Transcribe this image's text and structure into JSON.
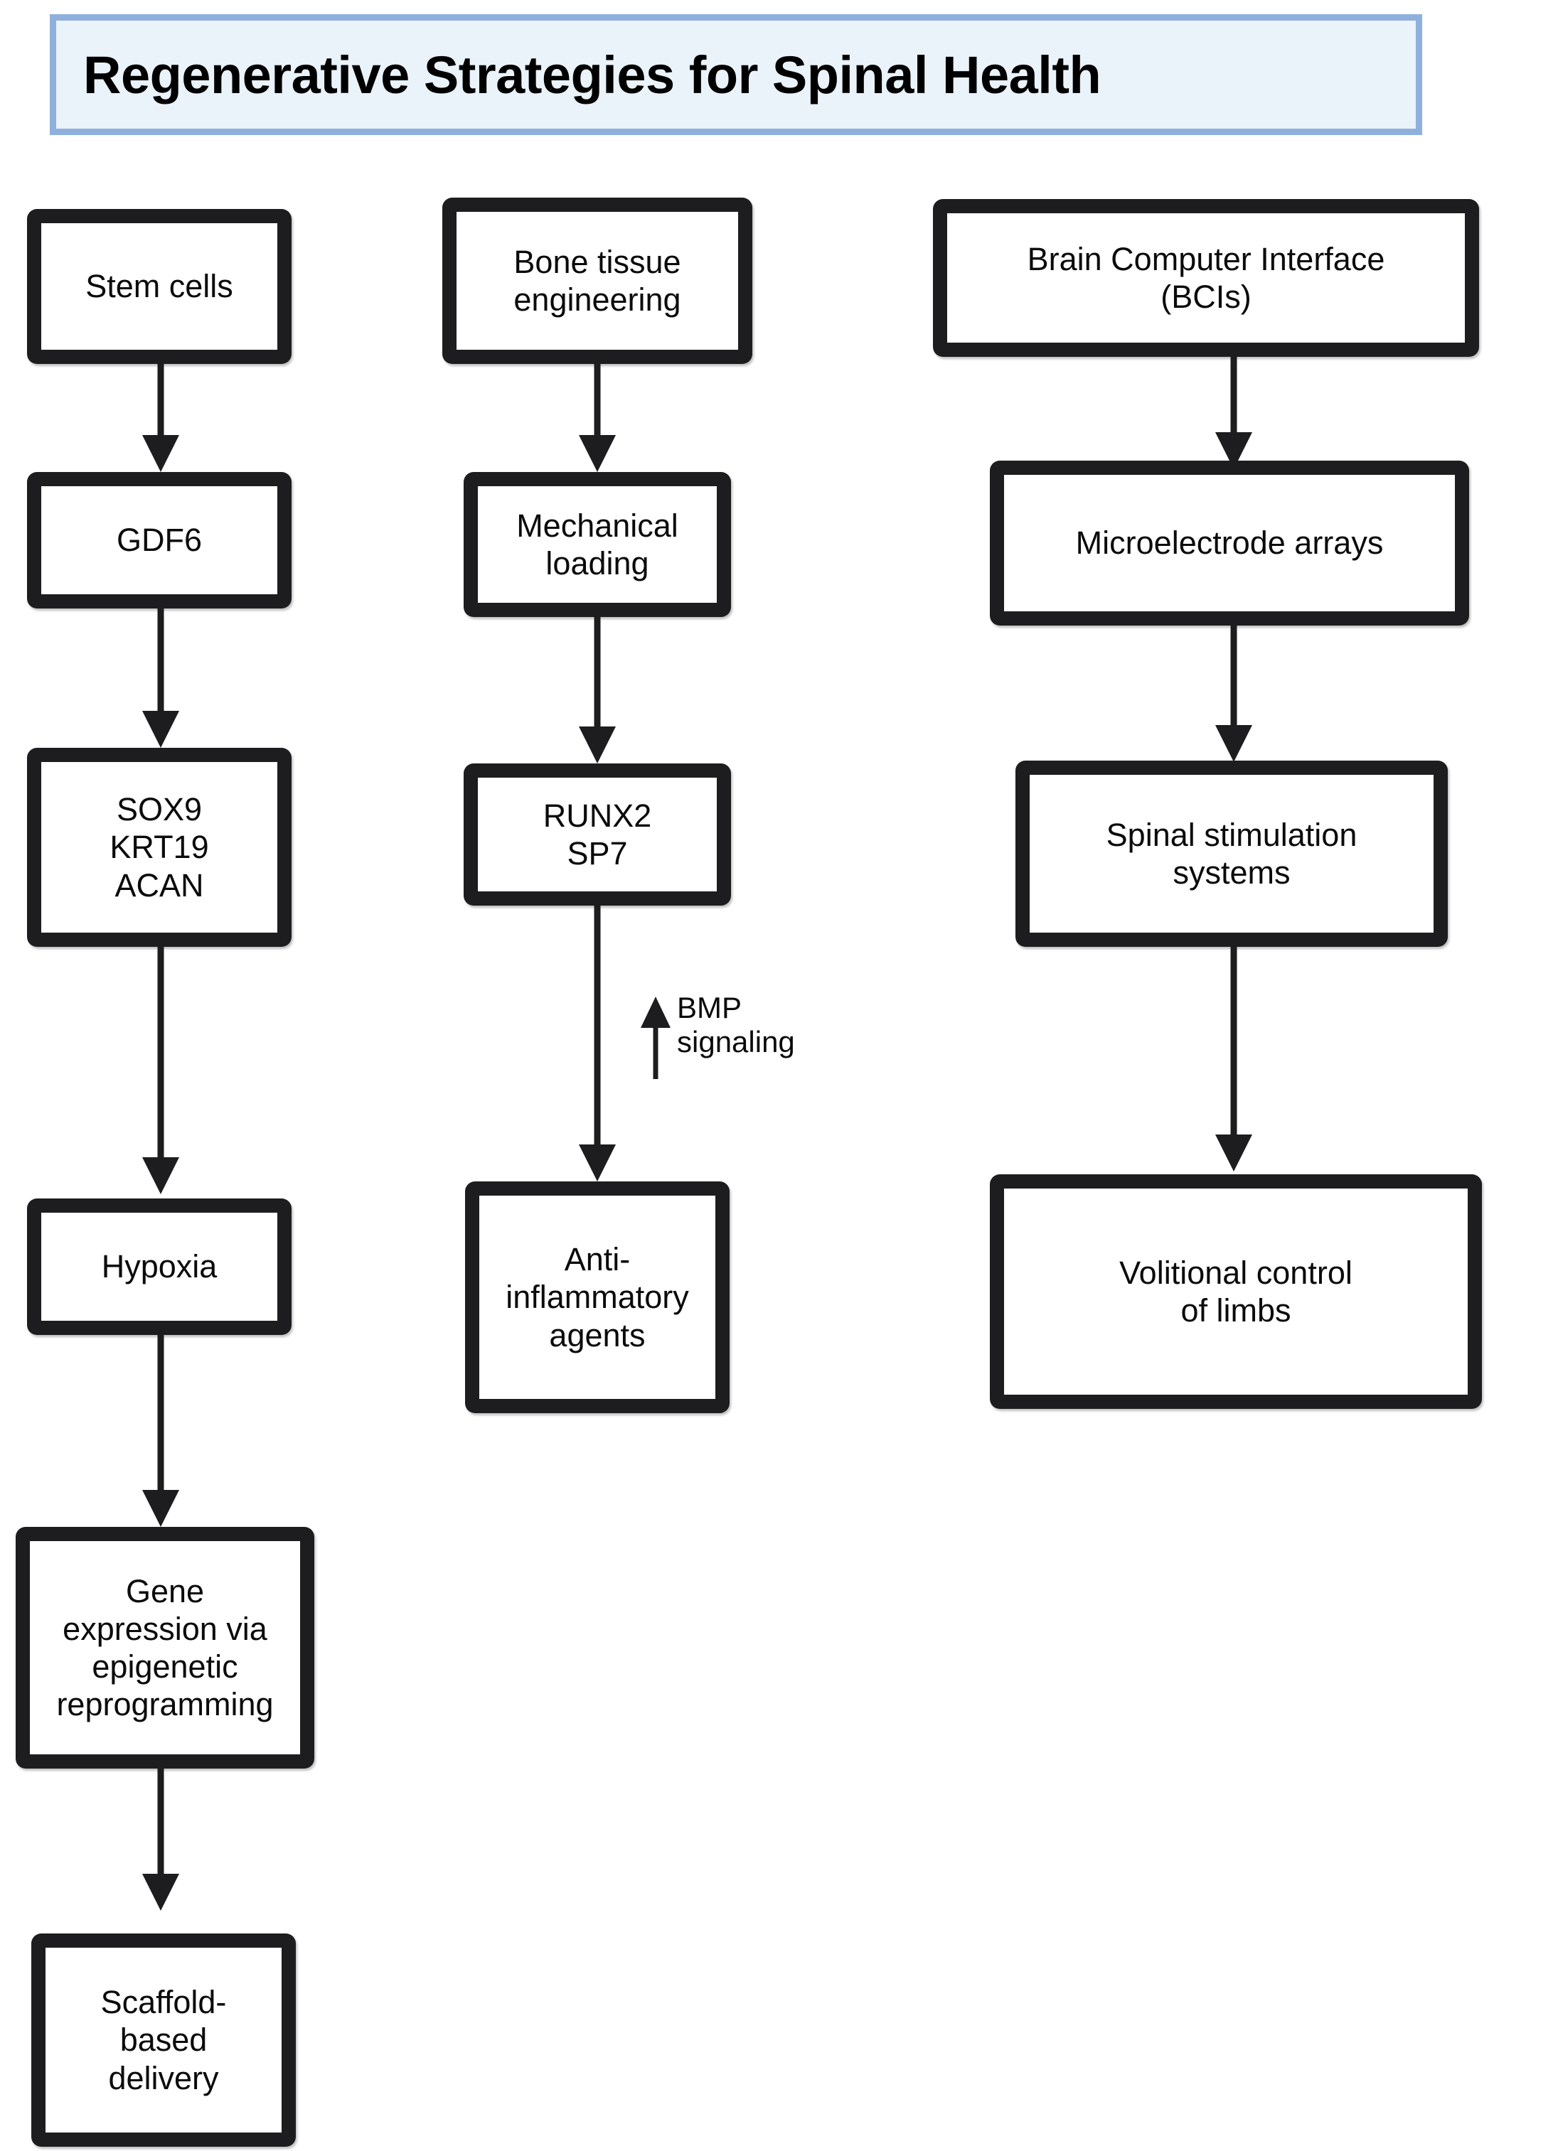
{
  "title": {
    "text": "Regenerative Strategies for Spinal Health",
    "background_color": "#eaf2fa",
    "border_color": "#8fb0dd"
  },
  "theme": {
    "node_border_color": "#1d1d1f",
    "node_fill_color": "#ffffff",
    "arrow_color": "#1d1d1f",
    "text_color": "#0b0b0b",
    "page_background": "#ffffff"
  },
  "columns": [
    {
      "id": "stem-cell-pathway",
      "nodes": [
        {
          "id": "stem-cells",
          "label": "Stem cells"
        },
        {
          "id": "gdf6",
          "label": "GDF6"
        },
        {
          "id": "markers",
          "label": "SOX9\nKRT19\nACAN"
        },
        {
          "id": "hypoxia",
          "label": "Hypoxia"
        },
        {
          "id": "gene-expression",
          "label": "Gene\nexpression via\nepigenetic\nreprogramming"
        },
        {
          "id": "scaffold-delivery",
          "label": "Scaffold-\nbased\ndelivery"
        }
      ]
    },
    {
      "id": "bone-tissue-pathway",
      "nodes": [
        {
          "id": "bone-tissue-engineering",
          "label": "Bone tissue\nengineering"
        },
        {
          "id": "mechanical-loading",
          "label": "Mechanical\nloading"
        },
        {
          "id": "runx2-sp7",
          "label": "RUNX2\nSP7"
        },
        {
          "id": "anti-inflammatory",
          "label": "Anti-\ninflammatory\nagents"
        }
      ],
      "edge_annotations": [
        {
          "id": "bmp-signaling",
          "label": "BMP\nsignaling",
          "direction": "up"
        }
      ]
    },
    {
      "id": "bci-pathway",
      "nodes": [
        {
          "id": "bci",
          "label": "Brain Computer Interface\n(BCIs)"
        },
        {
          "id": "microelectrode-arrays",
          "label": "Microelectrode arrays"
        },
        {
          "id": "spinal-stimulation",
          "label": "Spinal stimulation\nsystems"
        },
        {
          "id": "volitional-control",
          "label": "Volitional control\nof limbs"
        }
      ]
    }
  ]
}
